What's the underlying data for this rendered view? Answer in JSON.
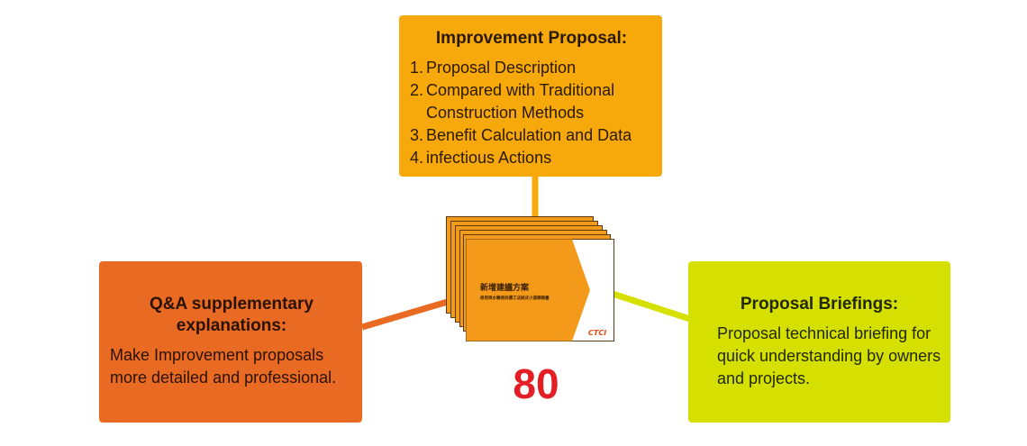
{
  "top_box": {
    "title": "Improvement Proposal:",
    "items": [
      {
        "num": "1.",
        "text": "Proposal Description"
      },
      {
        "num": "2.",
        "text": "Compared with Traditional Construction Methods"
      },
      {
        "num": "3.",
        "text": "Benefit Calculation and Data"
      },
      {
        "num": "4.",
        "text": "infectious Actions"
      }
    ]
  },
  "left_box": {
    "title": "Q&A supplementary explanations:",
    "body": "Make Improvement proposals more detailed and professional."
  },
  "right_box": {
    "title": "Proposal Briefings:",
    "body": "Proposal technical briefing for quick understanding by owners and projects."
  },
  "slide": {
    "title": "新增建議方案",
    "subtitle": "修用再水聯保拆標工法試式小道頭報書",
    "logo": "CTCI"
  },
  "count": "80",
  "colors": {
    "top": "#f7a80a",
    "left": "#e96a22",
    "right": "#d6e000",
    "count": "#e31e24"
  }
}
